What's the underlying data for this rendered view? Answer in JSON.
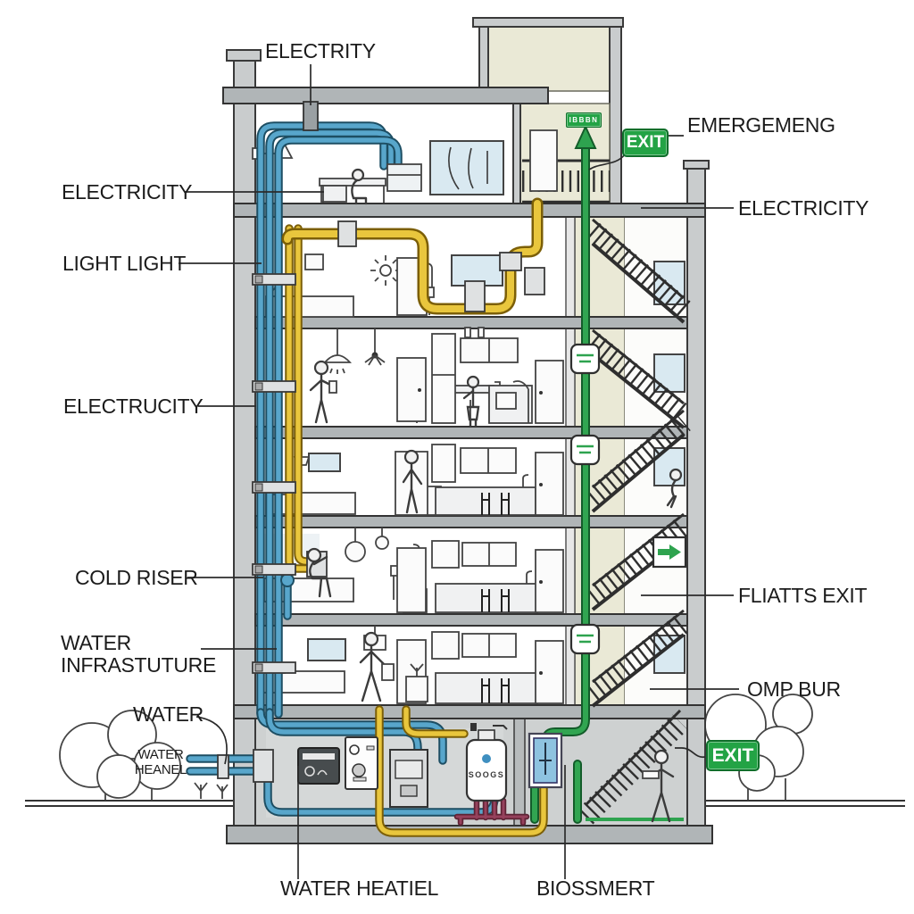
{
  "labels": {
    "electrity_top": "ELECTRITY",
    "electricity_left": "ELECTRICITY",
    "light_light": "LIGHT LIGHT",
    "electrucity": "ELECTRUCITY",
    "cold_riser": "COLD RISER",
    "water_infrastuture": "WATER\nINFRASTUTURE",
    "water": "WATER",
    "water_heanel": "WATER\nHEANEL",
    "emergemeng": "EMERGEMENG",
    "electricity_right": "ELECTRICITY",
    "fliatts_exit": "FLIATTS EXIT",
    "omp_bur": "OMP BUR",
    "water_heatiel": "WATER HEATIEL",
    "biossmert": "BIOSSMERT"
  },
  "signs": {
    "exit_top": "EXIT",
    "exit_bottom": "EXIT",
    "stairwell_small_sign": "IBBBN"
  },
  "equipment": {
    "tank_text": "SOOGS"
  },
  "colors": {
    "pipe_blue": "#58a6cb",
    "pipe_yellow": "#e9c63d",
    "pipe_green": "#31a551",
    "pipe_maroon": "#96415c",
    "exit_green": "#23a345",
    "slab_gray": "#b0b5b7",
    "wall_gray": "#c9cccd",
    "shaft_beige": "#eae9d6",
    "glass_blue": "#d9e9f1"
  }
}
